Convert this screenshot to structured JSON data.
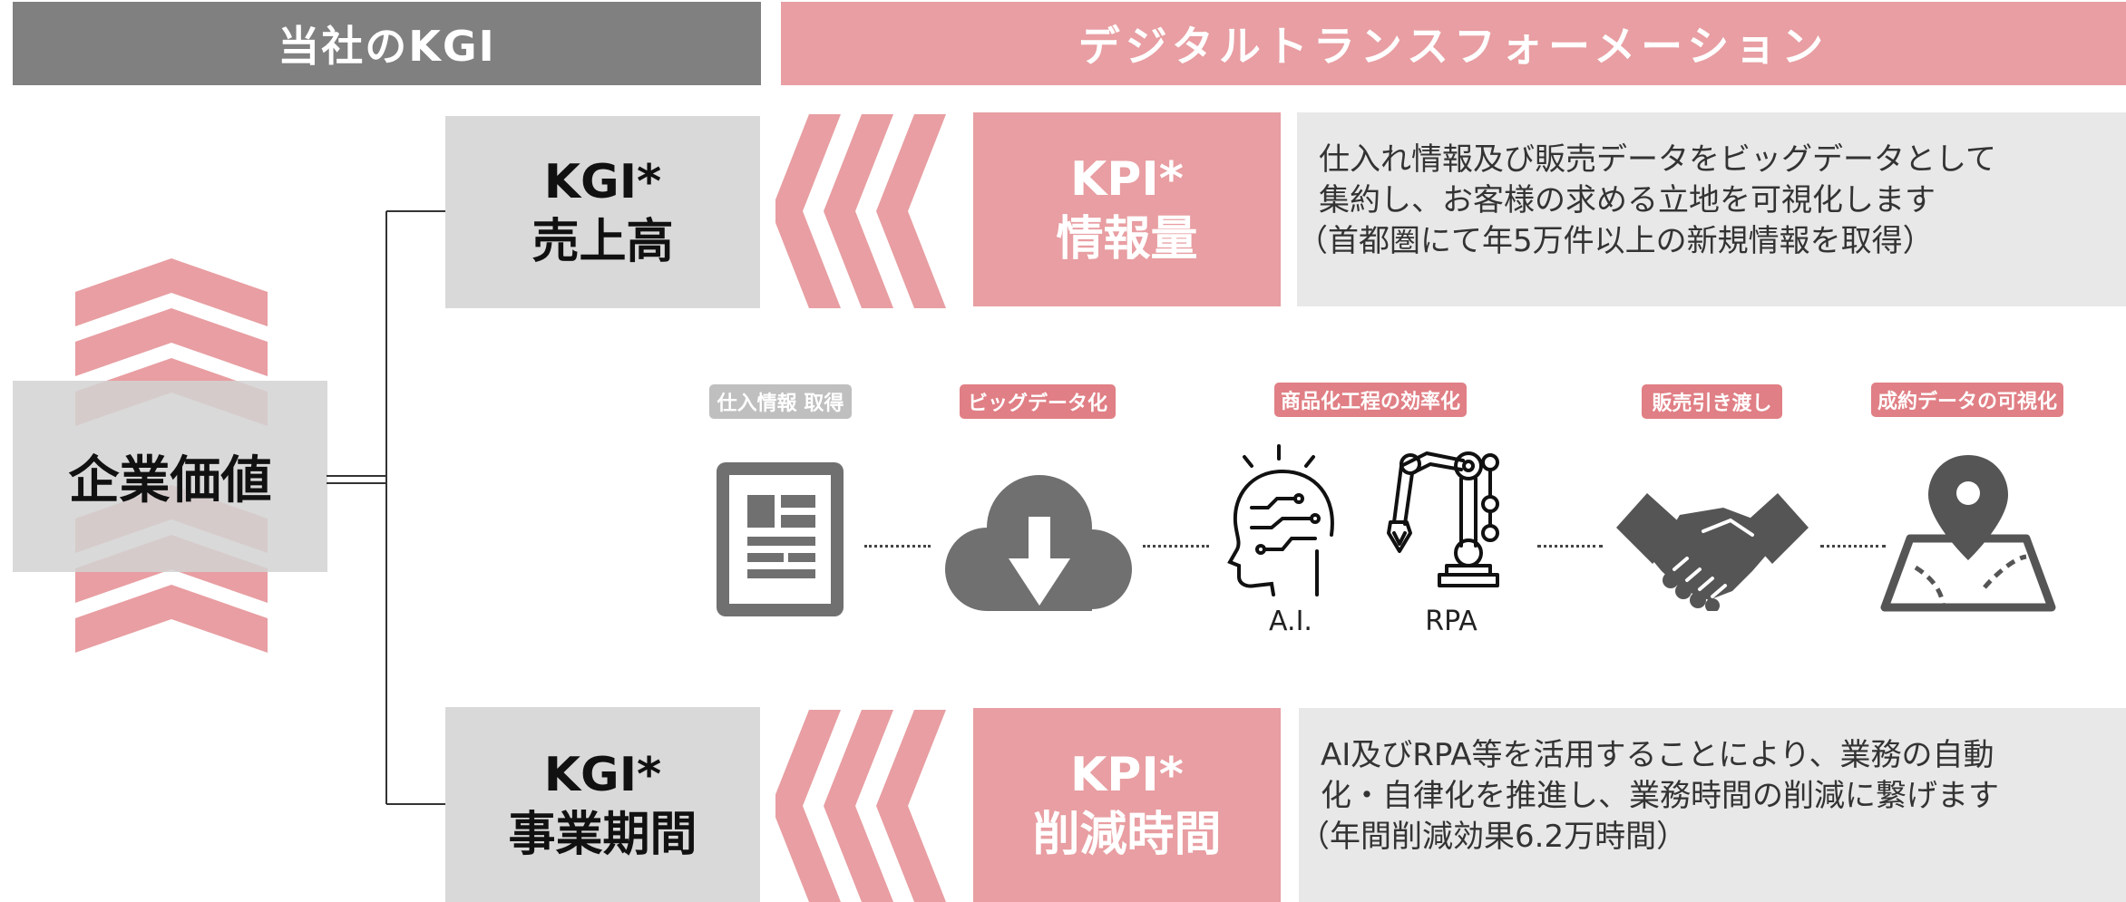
{
  "header": {
    "left_title": "当社のKGI",
    "right_title": "デジタルトランスフォーメーション"
  },
  "value": {
    "label": "企業価値"
  },
  "kgi_top": {
    "line1": "KGI*",
    "line2": "売上高"
  },
  "kgi_bottom": {
    "line1": "KGI*",
    "line2": "事業期間"
  },
  "kpi_top": {
    "line1": "KPI*",
    "line2": "情報量"
  },
  "kpi_bottom": {
    "line1": "KPI*",
    "line2": "削減時間"
  },
  "desc_top": {
    "line1": "仕入れ情報及び販売データをビッグデータとして",
    "line2": "集約し、お客様の求める立地を可視化します",
    "line3": "（首都圏にて年5万件以上の新規情報を取得）"
  },
  "desc_bottom": {
    "line1": "AI及びRPA等を活用することにより、業務の自動",
    "line2": "化・自律化を推進し、業務時間の削減に繋げます",
    "line3": "（年間削減効果6.2万時間）"
  },
  "process": {
    "steps": [
      {
        "tag": "仕入情報 取得",
        "icon": "document-icon"
      },
      {
        "tag": "ビッグデータ化",
        "icon": "cloud-download-icon"
      },
      {
        "tag": "商品化工程の効率化",
        "icon": "ai-head-robot-arm-icon"
      },
      {
        "tag": "販売引き渡し",
        "icon": "handshake-icon"
      },
      {
        "tag": "成約データの可視化",
        "icon": "map-pin-icon"
      }
    ],
    "captions": {
      "ai": "A.I.",
      "rpa": "RPA"
    }
  },
  "colors": {
    "pink": "#e89ea2",
    "pink_dark": "#e07f85",
    "gray_header": "#808080",
    "gray_box": "#d9d9d9",
    "icon_gray": "#6e6e6e"
  }
}
